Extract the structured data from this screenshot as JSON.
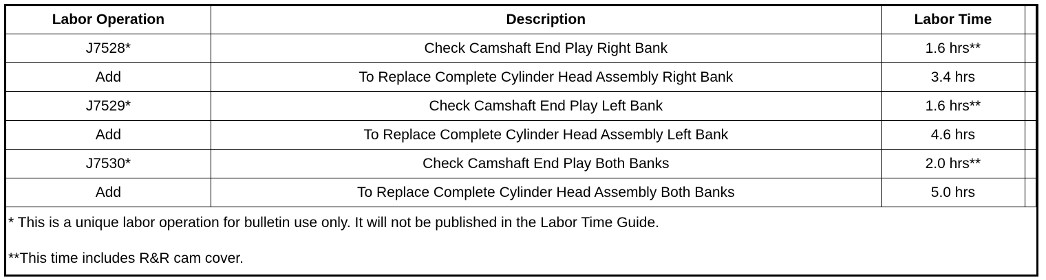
{
  "table": {
    "headers": {
      "labor_operation": "Labor Operation",
      "description": "Description",
      "labor_time": "Labor Time"
    },
    "rows": [
      {
        "operation": "J7528*",
        "description": "Check Camshaft End Play Right Bank",
        "time": "1.6 hrs**"
      },
      {
        "operation": "Add",
        "description": "To Replace Complete Cylinder Head Assembly Right Bank",
        "time": "3.4 hrs"
      },
      {
        "operation": "J7529*",
        "description": "Check Camshaft End Play Left Bank",
        "time": "1.6 hrs**"
      },
      {
        "operation": "Add",
        "description": "To Replace Complete Cylinder Head Assembly Left Bank",
        "time": "4.6 hrs"
      },
      {
        "operation": "J7530*",
        "description": "Check Camshaft End Play Both Banks",
        "time": "2.0 hrs**"
      },
      {
        "operation": "Add",
        "description": "To Replace Complete Cylinder Head Assembly Both Banks",
        "time": "5.0 hrs"
      }
    ]
  },
  "footnotes": {
    "note_1": "* This is a unique labor operation for bulletin use only. It will not be published in the Labor Time Guide.",
    "note_2": "**This time includes R&R cam cover."
  }
}
